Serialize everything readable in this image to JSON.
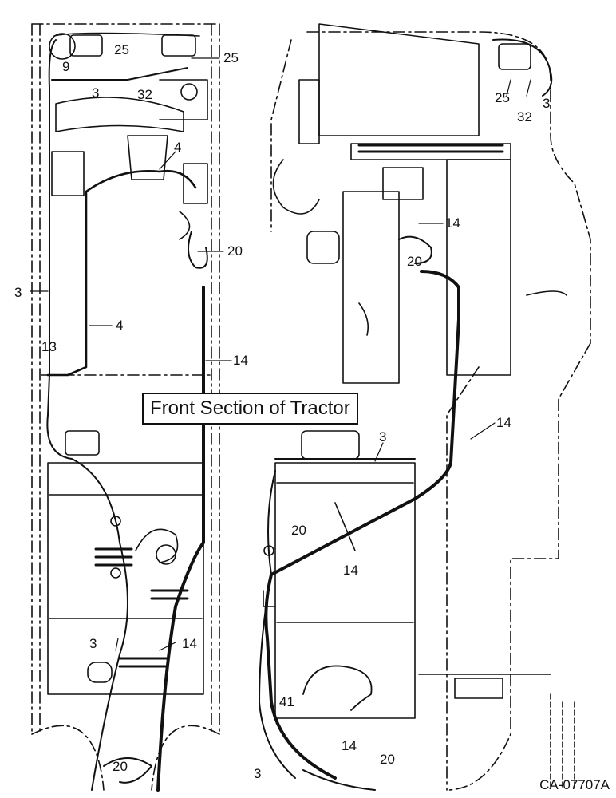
{
  "caption": "Front Section of Tractor",
  "figure_id": "CA-07707A",
  "callouts": {
    "l_25_a": "25",
    "l_9": "9",
    "l_25_b": "25",
    "l_3_top": "3",
    "l_32": "32",
    "l_4_top": "4",
    "l_20_mid": "20",
    "l_3_side": "3",
    "l_4_mid": "4",
    "l_13": "13",
    "l_14_mid": "14",
    "l_3_low": "3",
    "l_14_low": "14",
    "l_20_bot": "20",
    "r_25": "25",
    "r_32": "32",
    "r_3_top": "3",
    "r_14_top": "14",
    "r_20_top": "20",
    "r_14_mid": "14",
    "r_3_mid": "3",
    "r_20_low": "20",
    "r_14_low": "14",
    "r_41": "41",
    "r_14_bot": "14",
    "r_20_bot": "20",
    "r_3_bot": "3"
  }
}
